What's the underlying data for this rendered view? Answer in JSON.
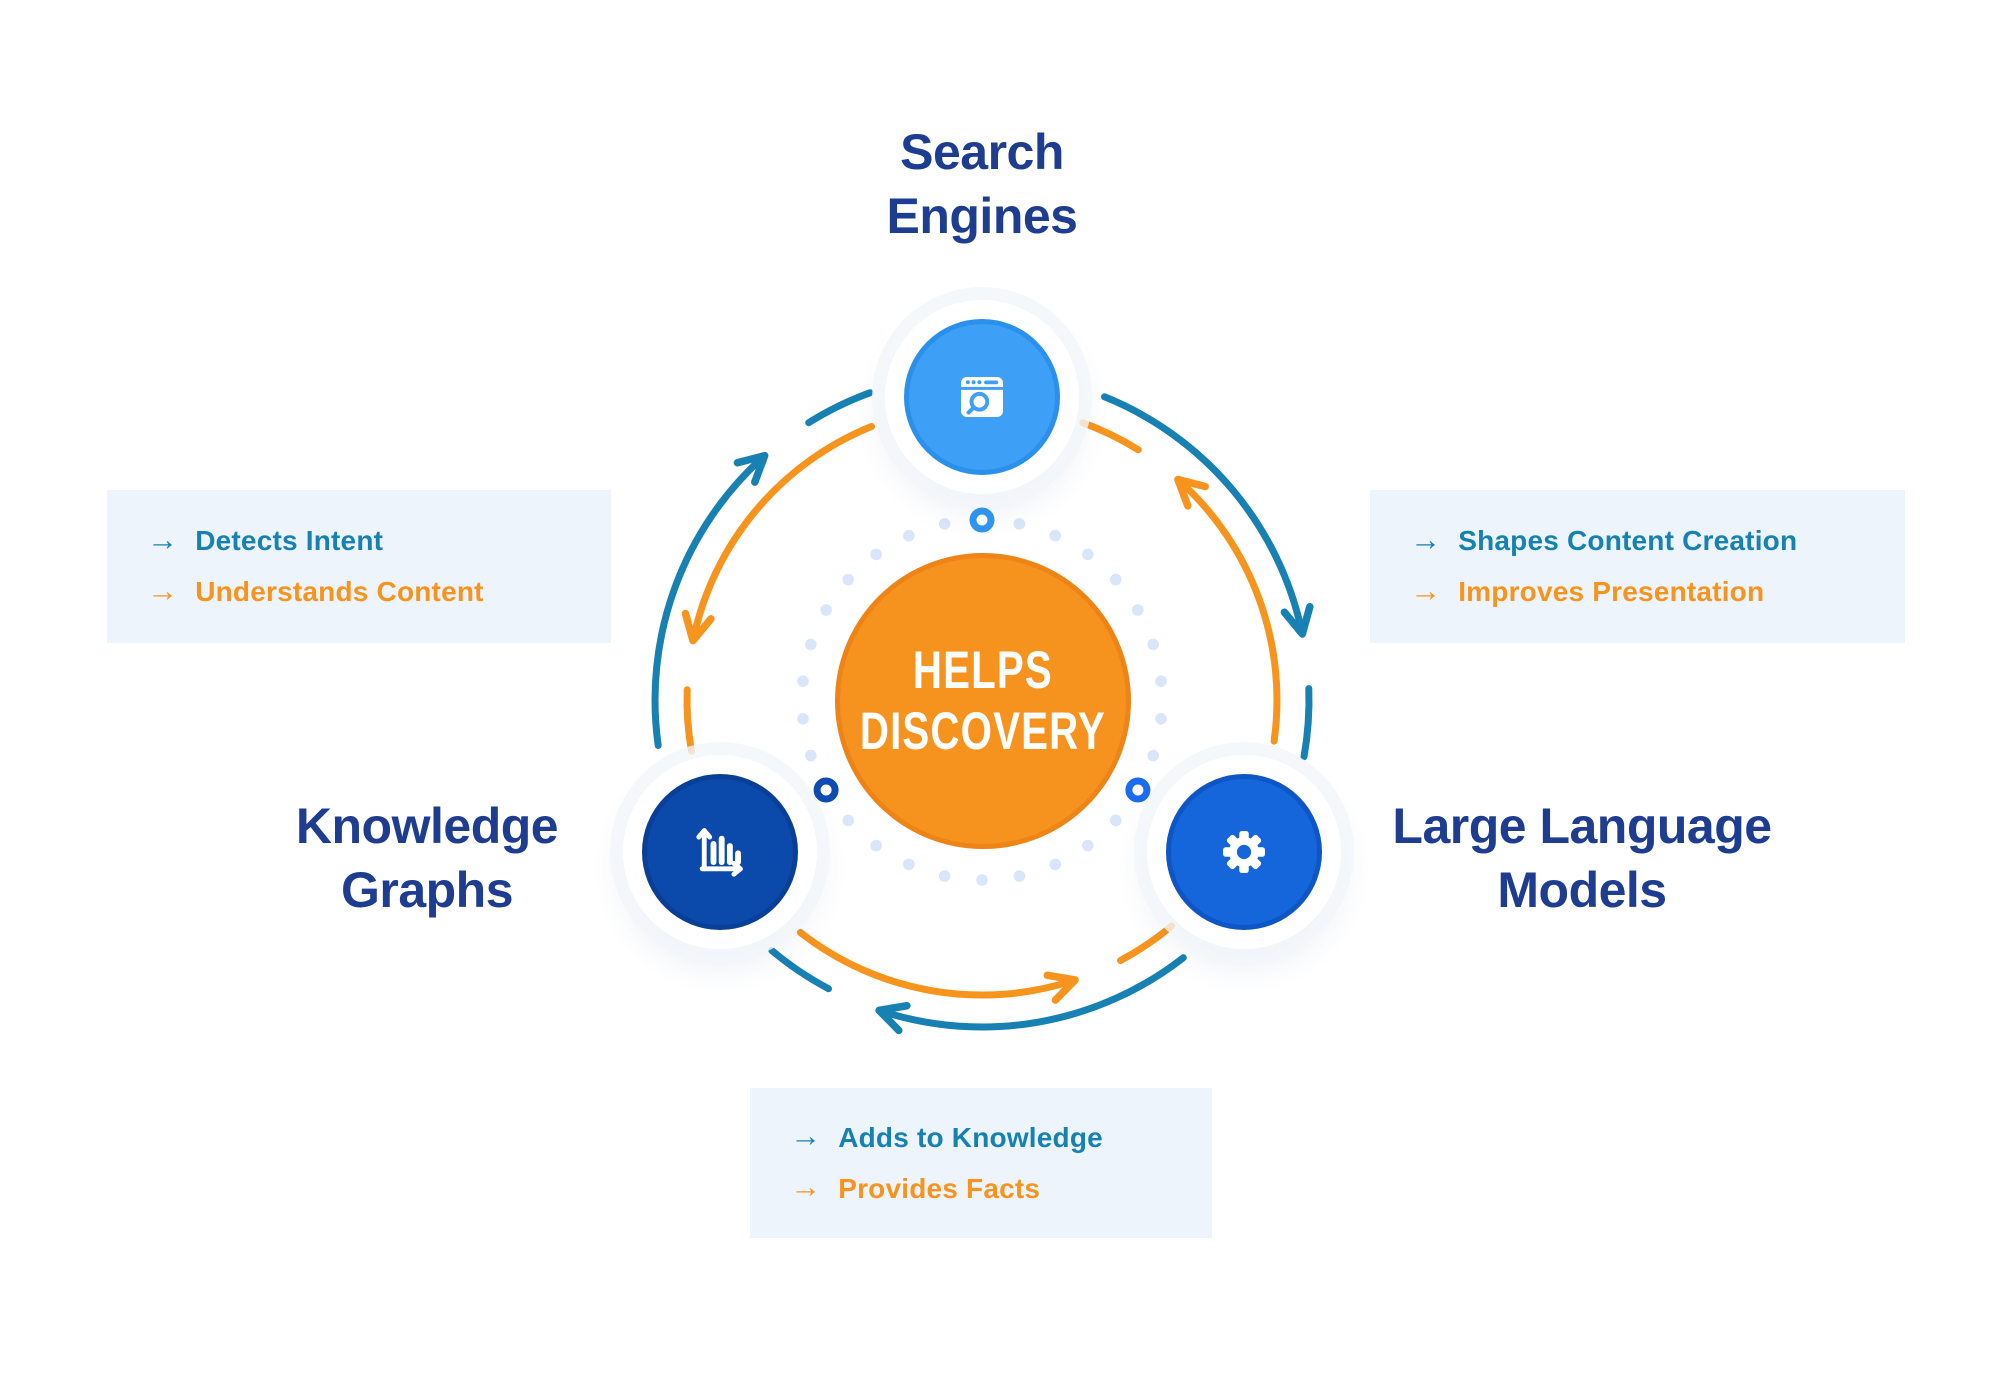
{
  "colors": {
    "navy": "#1E3C90",
    "teal": "#1781B3",
    "orange": "#F7941D",
    "center_fill": "#F6921E",
    "center_border": "#EE8316",
    "node_top_fill": "#3D9FF5",
    "node_top_border": "#2B90EC",
    "node_left_fill": "#0B4AAB",
    "node_left_border": "#093F97",
    "node_right_fill": "#1566DA",
    "node_right_border": "#0E55C5",
    "box_bg": "#EDF4FC",
    "dot": "#D9E5F9",
    "ring_marker_top": "#2E97F1",
    "ring_marker_right": "#1B6DED",
    "ring_marker_left": "#0E4BB2"
  },
  "center": {
    "lines": [
      "HELPS",
      "DISCOVERY"
    ]
  },
  "nodes": {
    "top": {
      "label_lines": [
        "Search",
        "Engines"
      ],
      "icon": "browser-search-icon"
    },
    "left": {
      "label_lines": [
        "Knowledge",
        "Graphs"
      ],
      "icon": "bar-chart-icon"
    },
    "right": {
      "label_lines": [
        "Large Language",
        "Models"
      ],
      "icon": "gear-icon"
    }
  },
  "benefit_boxes": {
    "left": {
      "items": [
        {
          "text": "Detects Intent",
          "color": "teal"
        },
        {
          "text": "Understands Content",
          "color": "orange"
        }
      ]
    },
    "right": {
      "items": [
        {
          "text": "Shapes Content Creation",
          "color": "teal"
        },
        {
          "text": "Improves Presentation",
          "color": "orange"
        }
      ]
    },
    "bottom": {
      "items": [
        {
          "text": "Adds to Knowledge",
          "color": "teal"
        },
        {
          "text": "Provides Facts",
          "color": "orange"
        }
      ]
    }
  },
  "ui": {
    "arrow_glyph": "→",
    "flow_icons": [
      "clockwise-arrows",
      "counterclockwise-arrows"
    ]
  }
}
